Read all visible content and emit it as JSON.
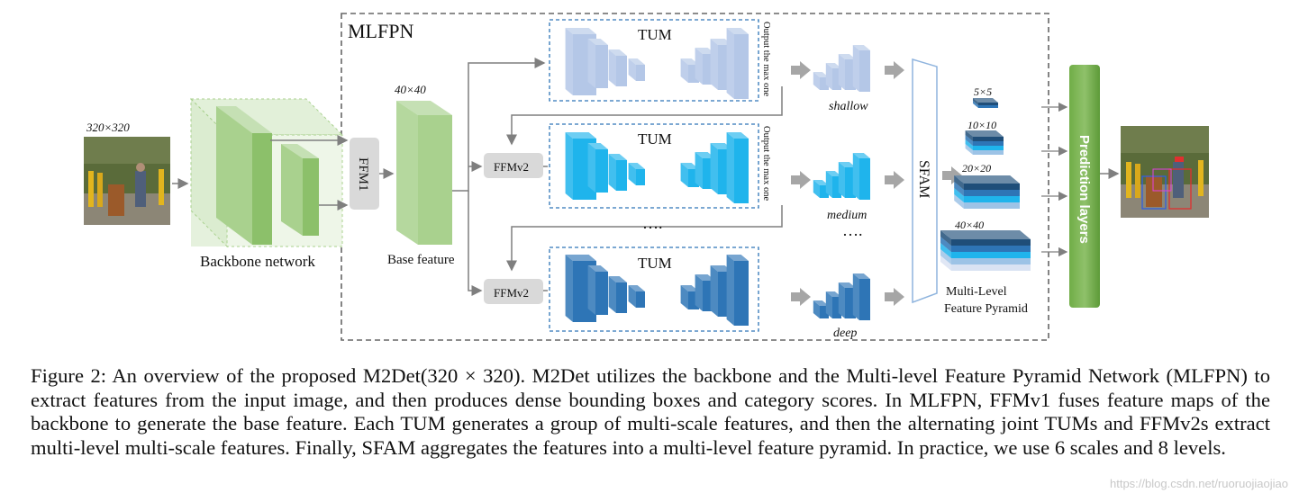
{
  "figure": {
    "mlfpn_title": "MLFPN",
    "input_size": "320×320",
    "backbone_label": "Backbone network",
    "ffm1_label": "FFM1",
    "base_size": "40×40",
    "base_label": "Base feature",
    "ffmv2_label": "FFMv2",
    "tum_label": "TUM",
    "output_max_label": "Output the max one",
    "dots": "….",
    "shallow_label": "shallow",
    "medium_label": "medium",
    "deep_label": "deep",
    "sfam_label": "SFAM",
    "pyramid_sizes": [
      "5×5",
      "10×10",
      "20×20",
      "40×40"
    ],
    "pyramid_label_line1": "Multi-Level",
    "pyramid_label_line2": "Feature Pyramid",
    "prediction_label": "Prediction layers"
  },
  "caption": "Figure 2: An overview of the proposed M2Det(320 × 320). M2Det utilizes the backbone and the Multi-level Feature Pyramid Network (MLFPN) to extract features from the input image, and then produces dense bounding boxes and category scores. In MLFPN, FFMv1 fuses feature maps of the backbone to generate the base feature. Each TUM generates a group of multi-scale features, and then the alternating joint TUMs and FFMv2s extract multi-level multi-scale features. Finally, SFAM aggregates the features into a multi-level feature pyramid. In practice, we use 6 scales and 8 levels.",
  "watermark": "https://blog.csdn.net/ruoruojiaojiao",
  "colors": {
    "backbone_green": "#a9d18e",
    "tum_shallow": "#b4c7e7",
    "tum_medium": "#1fb4ec",
    "tum_deep": "#2e75b6",
    "prediction_green": "#70ad47",
    "ffm_gray": "#d9d9d9"
  }
}
